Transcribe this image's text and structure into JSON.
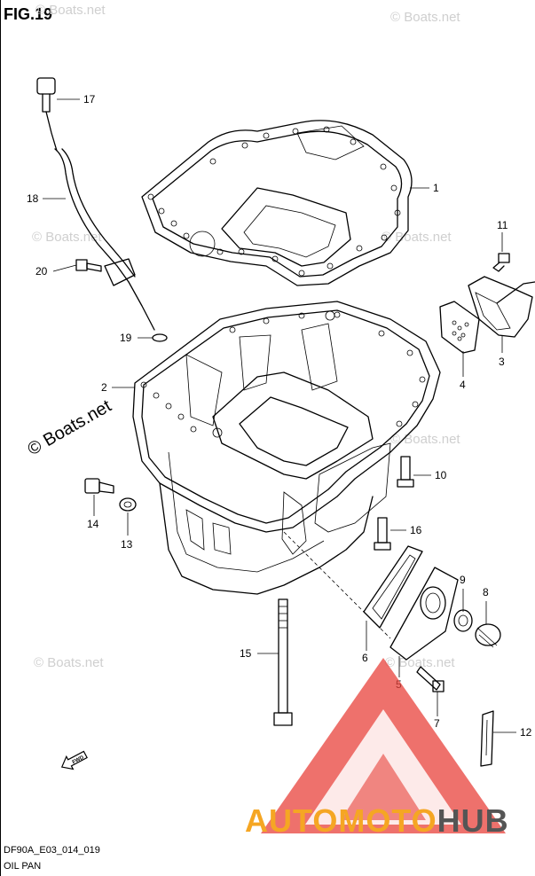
{
  "figure": {
    "title": "FIG.19"
  },
  "footer": {
    "code": "DF90A_E03_014_019",
    "name": "OIL PAN"
  },
  "watermark": {
    "text": "© Boats.net",
    "prominent_text": "© Boats.net"
  },
  "brand": {
    "part1": "AUTOMOTO",
    "part2": "HUB",
    "color_orange": "#f5a623",
    "color_red": "#e8413b",
    "color_dark": "#555555"
  },
  "fwd_label": "FWD",
  "callouts": [
    {
      "id": "1",
      "label": "1"
    },
    {
      "id": "2",
      "label": "2"
    },
    {
      "id": "3",
      "label": "3"
    },
    {
      "id": "4",
      "label": "4"
    },
    {
      "id": "5",
      "label": "5"
    },
    {
      "id": "6",
      "label": "6"
    },
    {
      "id": "7",
      "label": "7"
    },
    {
      "id": "8",
      "label": "8"
    },
    {
      "id": "9",
      "label": "9"
    },
    {
      "id": "10",
      "label": "10"
    },
    {
      "id": "11",
      "label": "11"
    },
    {
      "id": "12",
      "label": "12"
    },
    {
      "id": "13",
      "label": "13"
    },
    {
      "id": "14",
      "label": "14"
    },
    {
      "id": "15",
      "label": "15"
    },
    {
      "id": "16",
      "label": "16"
    },
    {
      "id": "17",
      "label": "17"
    },
    {
      "id": "18",
      "label": "18"
    },
    {
      "id": "19",
      "label": "19"
    },
    {
      "id": "20",
      "label": "20"
    }
  ]
}
